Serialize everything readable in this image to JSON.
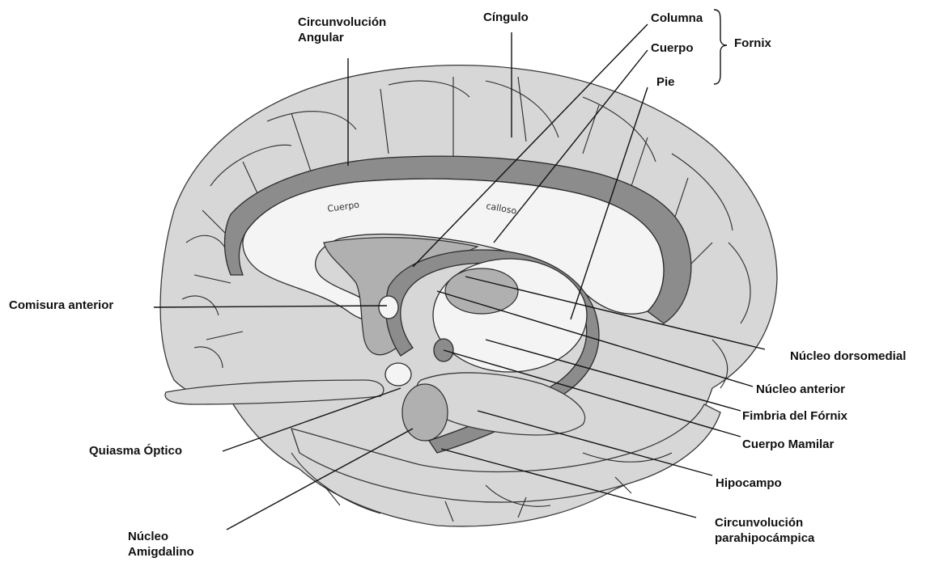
{
  "labels": {
    "circunvolucion_angular": [
      "Circunvolución",
      "Angular"
    ],
    "cingulo": "Cíngulo",
    "columna": "Columna",
    "cuerpo": "Cuerpo",
    "pie": "Pie",
    "fornix": "Fornix",
    "comisura_anterior": "Comisura anterior",
    "nucleo_dorsomedial": "Núcleo dorsomedial",
    "nucleo_anterior": "Núcleo anterior",
    "fimbria_fornix": "Fimbria del Fórnix",
    "quiasma_optico": "Quiasma Óptico",
    "cuerpo_mamilar": "Cuerpo Mamilar",
    "hipocampo": "Hipocampo",
    "circunvolucion_parahipocampica": [
      "Circunvolución",
      "parahipocámpica"
    ],
    "nucleo_amigdalino": [
      "Núcleo",
      "Amigdalino"
    ]
  },
  "inner_labels": {
    "cuerpo_calloso_1": "Cuerpo",
    "cuerpo_calloso_2": "calloso"
  }
}
